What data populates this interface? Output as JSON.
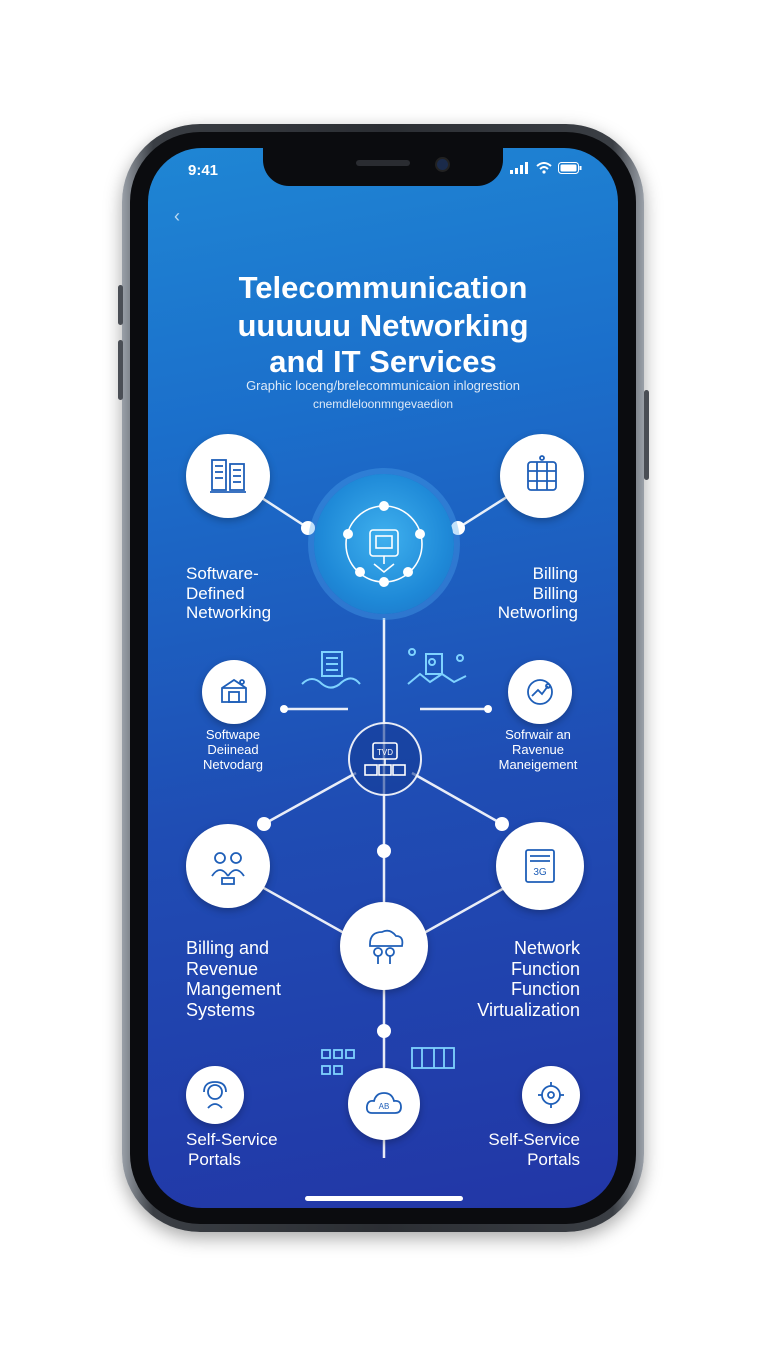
{
  "status_bar": {
    "time": "9:41",
    "signal_icon": "signal-icon",
    "wifi_icon": "wifi-icon",
    "battery_icon": "battery-icon"
  },
  "nav": {
    "back_icon": "back-arrow-icon"
  },
  "header": {
    "title_line1": "Telecommunication",
    "title_line2": "uuuuuu Networking",
    "title_line3": "and IT Services",
    "subtitle_line1": "Graphic loceng/brelecommunicaion  inlogrestion",
    "subtitle_line2": "cnemdleloonmngevaedion"
  },
  "nodes": {
    "top_left": {
      "icon": "server-rack-icon",
      "label_lines": [
        "Software-",
        "Defined",
        "Networking"
      ]
    },
    "top_right": {
      "icon": "data-center-icon",
      "label_lines": [
        "Billing",
        "Billing",
        "Networling"
      ]
    },
    "mid_left": {
      "icon": "box-network-icon",
      "label_lines": [
        "Softwape",
        "Deiinead",
        "Netvodarg"
      ]
    },
    "mid_right": {
      "icon": "analytics-icon",
      "label_lines": [
        "Sofrwair an",
        "Ravenue",
        "Maneigement"
      ]
    },
    "low_left": {
      "icon": "people-network-icon",
      "label_lines": [
        "Billing and",
        "Revenue",
        "Mangement",
        "Systems"
      ]
    },
    "low_right": {
      "icon": "document-3g-icon",
      "label_lines": [
        "Network",
        "Function",
        "Function",
        "Virtualization"
      ]
    },
    "bottom_left": {
      "icon": "support-agent-icon",
      "label_lines": [
        "Self-Service",
        "Portals"
      ]
    },
    "bottom_right": {
      "icon": "settings-globe-icon",
      "label_lines": [
        "Self-Service",
        "Portals"
      ]
    }
  },
  "center_hub": {
    "icon": "network-hub-icon"
  },
  "mid_hub": {
    "icon": "server-stack-icon",
    "text": "TVD"
  },
  "lower_hub": {
    "icon": "cloud-people-icon"
  },
  "bottom_hub": {
    "icon": "cloud-icon",
    "text": "AB"
  },
  "low_right_icon_text": "3G",
  "colors": {
    "screen_top": "#1f86d4",
    "screen_bottom": "#2236a6",
    "node_fill": "#ffffff",
    "icon_stroke": "#1f5fb8"
  }
}
